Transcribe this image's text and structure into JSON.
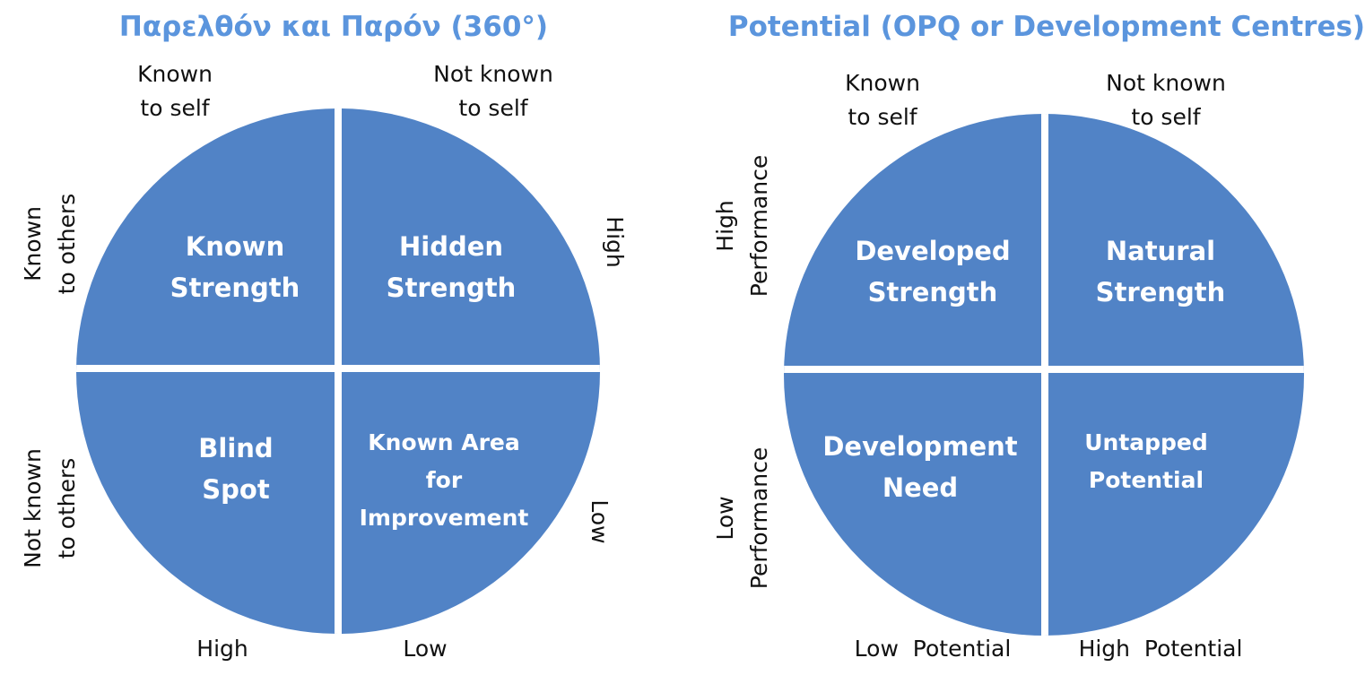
{
  "left": {
    "title": "Παρελθόν και Παρόν (360°)",
    "top_left": [
      "Known",
      "to self"
    ],
    "top_right": [
      "Not known",
      "to self"
    ],
    "side_top": [
      "Known",
      "to others"
    ],
    "side_bottom": [
      "Not known",
      "to others"
    ],
    "right_top": "High",
    "right_bottom": "Low",
    "bottom_left": "High",
    "bottom_right": "Low",
    "quadrants": [
      [
        "Known",
        "Strength"
      ],
      [
        "Hidden",
        "Strength"
      ],
      [
        "Blind",
        "Spot"
      ],
      [
        "Known Area",
        "for",
        "Improvement"
      ]
    ]
  },
  "right": {
    "title": "Potential (OPQ or Development Centres)",
    "top_left": [
      "Known",
      "to self"
    ],
    "top_right": [
      "Not known",
      "to self"
    ],
    "side_top": [
      "High",
      "Performance"
    ],
    "side_bottom": [
      "Low",
      "Performance"
    ],
    "bottom_left": "Low  Potential",
    "bottom_right": "High  Potential",
    "quadrants": [
      [
        "Developed",
        "Strength"
      ],
      [
        "Natural",
        "Strength"
      ],
      [
        "Development",
        "Need"
      ],
      [
        "Untapped",
        "Potential"
      ]
    ]
  },
  "colors": {
    "title": "#5b95dd",
    "circle": "#5183c6"
  }
}
